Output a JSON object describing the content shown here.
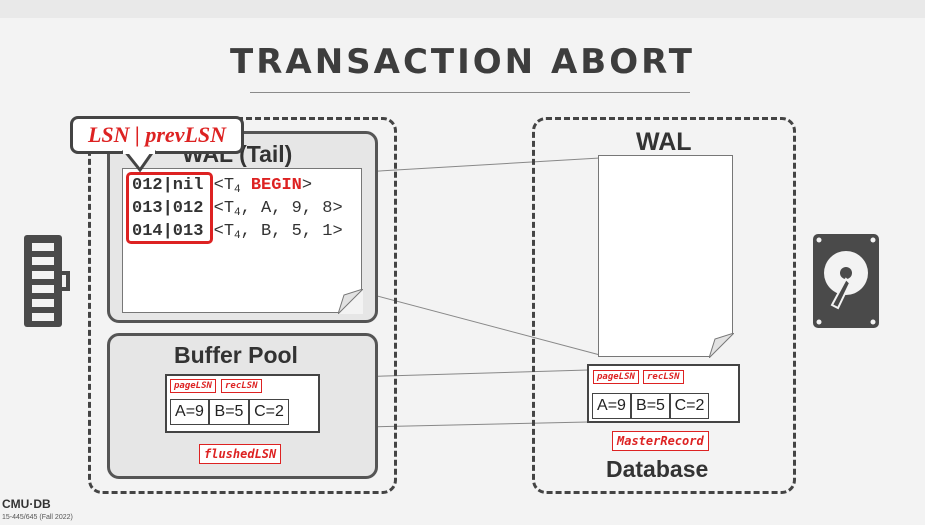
{
  "title": "TRANSACTION ABORT",
  "callout": "LSN | prevLSN",
  "memory": {
    "wal_tail_title": "WAL (Tail)",
    "log_records": [
      {
        "lsn": "012|nil",
        "open": "<T",
        "sub": "4",
        "rest": " ",
        "kw": "BEGIN",
        "close": ">"
      },
      {
        "lsn": "013|012",
        "open": "<T",
        "sub": "4",
        "rest": ", A, 9, 8>",
        "kw": "",
        "close": ""
      },
      {
        "lsn": "014|013",
        "open": "<T",
        "sub": "4",
        "rest": ", B, 5, 1>",
        "kw": "",
        "close": ""
      }
    ],
    "buffer_pool_title": "Buffer Pool",
    "page_lsn": "pageLSN",
    "rec_lsn": "recLSN",
    "cells": [
      "A=9",
      "B=5",
      "C=2"
    ],
    "flushed_lsn": "flushedLSN"
  },
  "disk": {
    "wal_title": "WAL",
    "page_lsn": "pageLSN",
    "rec_lsn": "recLSN",
    "cells": [
      "A=9",
      "B=5",
      "C=2"
    ],
    "master_record": "MasterRecord",
    "database_title": "Database"
  },
  "footer": {
    "logo": "CMU·DB",
    "course": "15-445/645 (Fall 2022)"
  },
  "icons": [
    "ram-chip-icon",
    "hard-disk-icon"
  ]
}
